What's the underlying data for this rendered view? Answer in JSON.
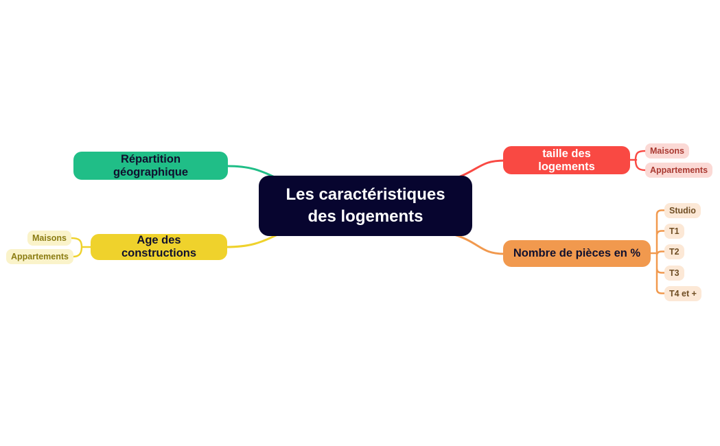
{
  "central": {
    "label": "Les caractéristiques des logements"
  },
  "branches": {
    "repartition": {
      "label": "Répartition géographique"
    },
    "age": {
      "label": "Age des constructions",
      "children": [
        {
          "label": "Maisons"
        },
        {
          "label": "Appartements"
        }
      ]
    },
    "taille": {
      "label": "taille des logements",
      "children": [
        {
          "label": "Maisons"
        },
        {
          "label": "Appartements"
        }
      ]
    },
    "pieces": {
      "label": "Nombre de pièces en %",
      "children": [
        {
          "label": "Studio"
        },
        {
          "label": "T1"
        },
        {
          "label": "T2"
        },
        {
          "label": "T3"
        },
        {
          "label": "T4 et +"
        }
      ]
    }
  },
  "colors": {
    "canvas_bg": "#ffffff",
    "central_bg": "#07052F",
    "central_text": "#ffffff",
    "green": "#20BE87",
    "yellow": "#EFD22C",
    "red": "#F94943",
    "orange": "#F1994E",
    "dark_text": "#10102E",
    "red_text": "#ffffff",
    "yellow_child_bg": "#FAF3CA",
    "yellow_child_text": "#8B7C12",
    "red_child_bg": "#FBD9D5",
    "red_child_text": "#A93931",
    "orange_child_bg": "#FCE8D6",
    "orange_child_text": "#6F4E24"
  }
}
